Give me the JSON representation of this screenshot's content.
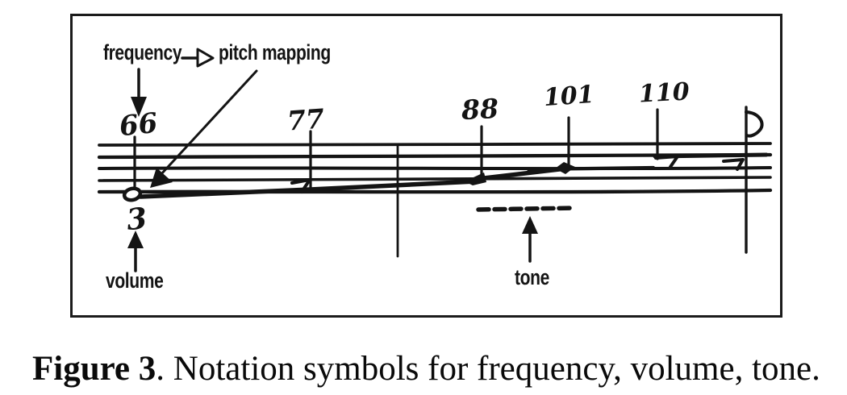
{
  "figure": {
    "labels": {
      "frequency": "frequency",
      "pitch_mapping": "pitch mapping",
      "volume": "volume",
      "tone": "tone"
    },
    "frequency_values": [
      "66",
      "77",
      "88",
      "101",
      "110"
    ],
    "volume_value": "3",
    "colors": {
      "ink": "#141414",
      "border": "#1b1b1b",
      "background": "#ffffff"
    }
  },
  "caption": {
    "bold": "Figure 3",
    "rest": ". Notation symbols for frequency, volume, tone."
  }
}
